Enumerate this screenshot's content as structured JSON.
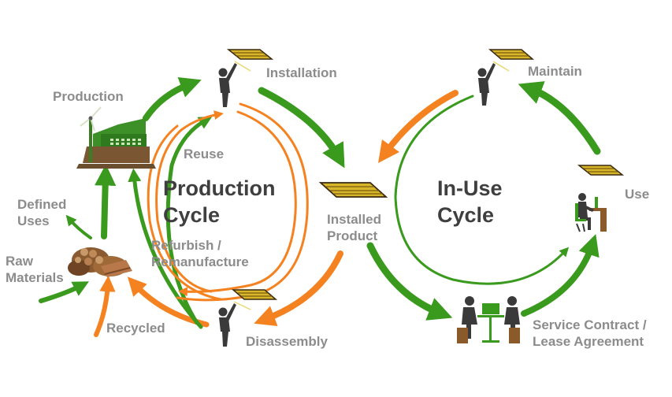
{
  "colors": {
    "green": "#3a9a1e",
    "orange": "#f58220",
    "label_gray": "#8c8c8c",
    "title_gray": "#3f3f3f",
    "panel_gold": "#d8b62a",
    "figure": "#3a3a3a"
  },
  "labels": {
    "production": "Production",
    "installation": "Installation",
    "maintain": "Maintain",
    "reuse": "Reuse",
    "defined_uses": "Defined\nUses",
    "raw_materials": "Raw\nMaterials",
    "refurbish": "Refurbish /\nRemanufacture",
    "installed_product": "Installed\nProduct",
    "use": "Use",
    "recycled": "Recycled",
    "disassembly": "Disassembly",
    "service_contract": "Service Contract /\nLease Agreement"
  },
  "cycles": {
    "production": "Production\nCycle",
    "in_use": "In-Use\nCycle"
  },
  "icons": {
    "factory": "wind-turbine-factory-icon",
    "installer_top": "worker-installing-panel-icon",
    "maintainer": "worker-maintaining-panel-icon",
    "disassembler": "worker-disassembling-panel-icon",
    "installed_panel": "ceiling-panel-icon",
    "office_user": "person-at-desk-icon",
    "meeting": "two-people-meeting-icon",
    "materials": "raw-materials-pile-icon"
  }
}
